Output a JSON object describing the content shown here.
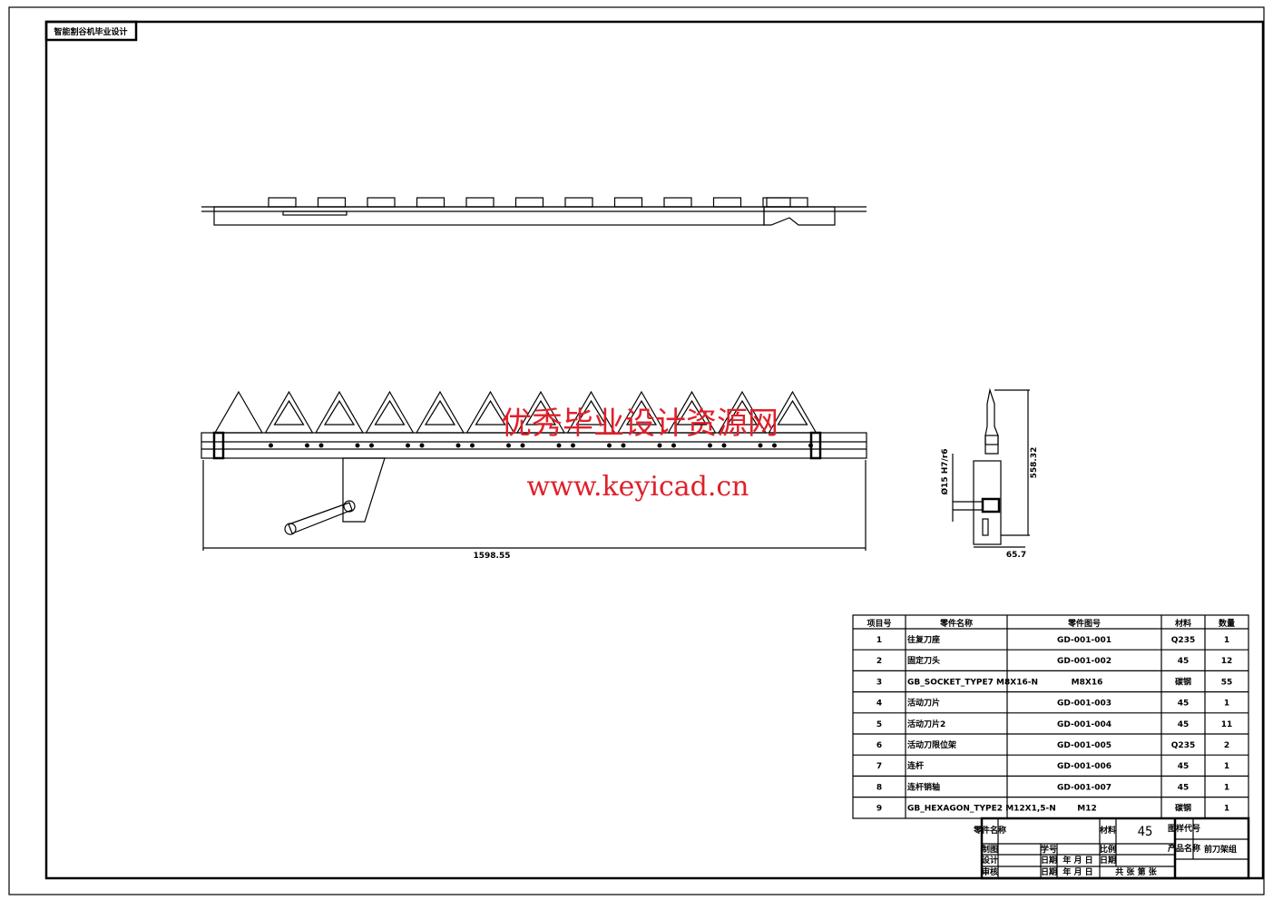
{
  "title_box": "智能割谷机毕业设计",
  "dimensions": {
    "overall_length": "1598.55",
    "height": "558.32",
    "width": "65.7",
    "fit": "Ø15 H7/r6"
  },
  "watermark": {
    "cn": "优秀毕业设计资源网",
    "url": "www.keyicad.cn"
  },
  "bom": {
    "headers": [
      "项目号",
      "零件名称",
      "零件图号",
      "材料",
      "数量"
    ],
    "rows": [
      [
        "1",
        "往复刀座",
        "GD-001-001",
        "Q235",
        "1"
      ],
      [
        "2",
        "固定刀头",
        "GD-001-002",
        "45",
        "12"
      ],
      [
        "3",
        "GB_SOCKET_TYPE7 M8X16-N",
        "M8X16",
        "碳钢",
        "55"
      ],
      [
        "4",
        "活动刀片",
        "GD-001-003",
        "45",
        "1"
      ],
      [
        "5",
        "活动刀片2",
        "GD-001-004",
        "45",
        "11"
      ],
      [
        "6",
        "活动刀限位架",
        "GD-001-005",
        "Q235",
        "2"
      ],
      [
        "7",
        "连杆",
        "GD-001-006",
        "45",
        "1"
      ],
      [
        "8",
        "连杆销轴",
        "GD-001-007",
        "45",
        "1"
      ],
      [
        "9",
        "GB_HEXAGON_TYPE2 M12X1,5-N",
        "M12",
        "碳钢",
        "1"
      ]
    ]
  },
  "title_block": {
    "part_name_label": "零件名称",
    "material_label": "材料",
    "material": "45",
    "drawing_no_label": "图样代号",
    "product_name_label": "产品名称",
    "product_name": "前刀架组",
    "draw_label": "制图",
    "design_label": "设计",
    "review_label": "审核",
    "student_no_label": "学号",
    "date_label": "日期",
    "date_label2": "日期",
    "date_label3": "日期",
    "ratio_label": "比例",
    "ymd": "年 月 日",
    "ymd2": "年 月 日",
    "sheets": "共 张 第 张"
  }
}
